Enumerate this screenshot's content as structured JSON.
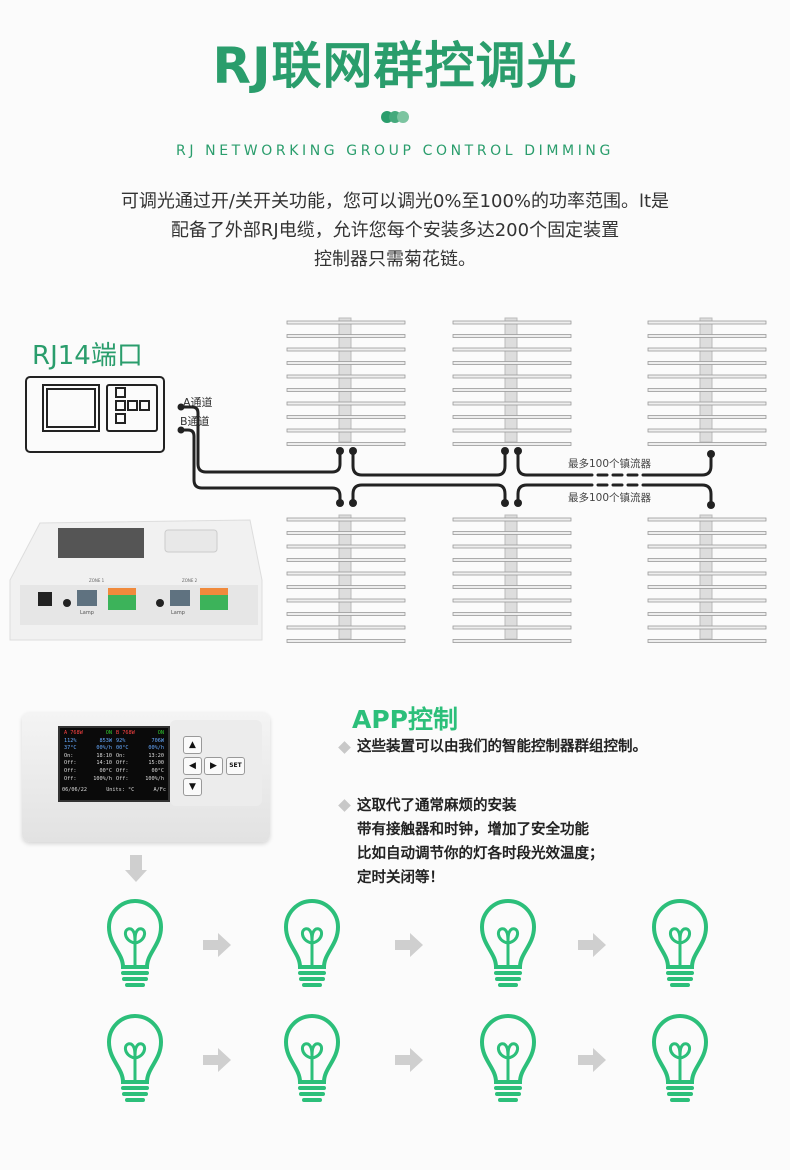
{
  "header": {
    "title": "RJ联网群控调光",
    "subtitle": "RJ NETWORKING GROUP CONTROL DIMMING",
    "intro_lines": [
      "可调光通过开/关开关功能，您可以调光0%至100%的功率范围。lt是",
      "配备了外部RJ电缆，允许您每个安装多达200个固定装置",
      "控制器只需菊花链。"
    ]
  },
  "diagram": {
    "port_title": "RJ14端口",
    "channel_a": "A通道",
    "channel_b": "B通道",
    "ballast_note_a": "最多100个镇流器",
    "ballast_note_b": "最多100个镇流器",
    "device_labels": {
      "zone1": "ZONE 1",
      "zone2": "ZONE 2",
      "lamp": "Lamp"
    }
  },
  "app": {
    "title": "APP控制",
    "bullet1": "这些装置可以由我们的智能控制器群组控制。",
    "bullet2_lines": [
      "这取代了通常麻烦的安装",
      "带有接触器和时钟，增加了安全功能",
      "比如自动调节你的灯各时段光效温度；",
      "定时关闭等！"
    ],
    "screen": {
      "rows": [
        [
          "A 768W",
          "ON",
          "B 768W",
          "ON"
        ],
        [
          "112%",
          "853W",
          "92%",
          "706W"
        ],
        [
          "37°C",
          "00%/h",
          "00°C",
          "00%/h"
        ],
        [
          "On:",
          "18:10",
          "On:",
          "13:20"
        ],
        [
          "Off:",
          "14:10",
          "Off:",
          "15:00"
        ],
        [
          "Off:",
          "00°C",
          "Off:",
          "00°C"
        ],
        [
          "Off:",
          "100%/h",
          "Off:",
          "100%/h"
        ]
      ],
      "footer": [
        "06/06/22",
        "Units: °C",
        "A/Fc"
      ]
    },
    "keys": {
      "set": "SET"
    }
  },
  "colors": {
    "brand_green": "#2a9d6c",
    "bulb_green": "#2cbf7a",
    "arrow_gray": "#cfcfcf",
    "wire": "#222222"
  }
}
